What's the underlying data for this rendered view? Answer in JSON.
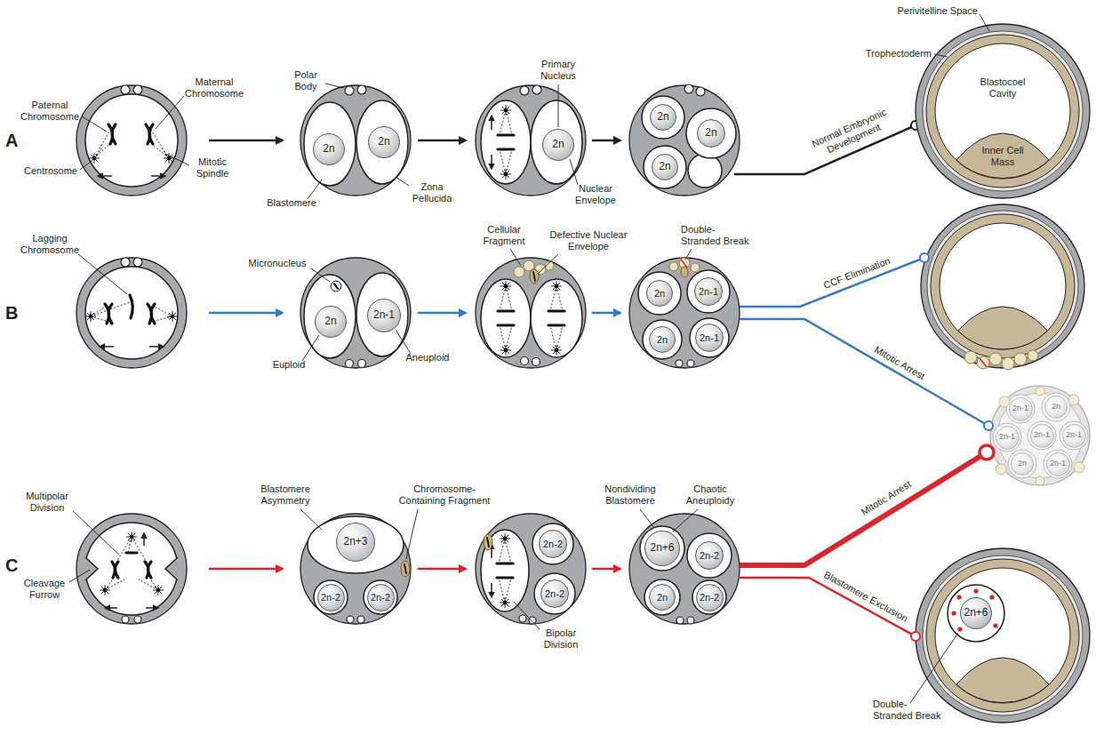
{
  "diagram": {
    "nodes": [
      {
        "text": [
          "2n"
        ]
      },
      {
        "text": [
          "2n"
        ]
      },
      {
        "text": [
          "2n"
        ]
      },
      {
        "text": [
          "2n"
        ]
      },
      {
        "text": [
          "2n"
        ]
      },
      {
        "text": [
          "2n"
        ]
      },
      {
        "text": [
          "2n"
        ]
      },
      {
        "text": [
          "2n-1"
        ]
      },
      {
        "text": [
          "2n"
        ]
      },
      {
        "text": [
          "2n-1"
        ]
      },
      {
        "text": [
          "2n"
        ]
      },
      {
        "text": [
          "2n-1"
        ]
      },
      {
        "text": [
          "2n-1"
        ]
      },
      {
        "text": [
          "2n"
        ]
      },
      {
        "text": [
          "2n-1"
        ]
      },
      {
        "text": [
          "2n-1"
        ]
      },
      {
        "text": [
          "2n-1"
        ]
      },
      {
        "text": [
          "2n"
        ]
      },
      {
        "text": [
          "2n-1"
        ]
      },
      {
        "text": [
          "2n+3"
        ]
      },
      {
        "text": [
          "2n-2"
        ]
      },
      {
        "text": [
          "2n-2"
        ]
      },
      {
        "text": [
          "2n-2"
        ]
      },
      {
        "text": [
          "2n-2"
        ]
      },
      {
        "text": [
          "2n+6"
        ]
      },
      {
        "text": [
          "2n-2"
        ]
      },
      {
        "text": [
          "2n"
        ]
      },
      {
        "text": [
          "2n-2"
        ]
      },
      {
        "text": [
          "2n+6"
        ]
      }
    ],
    "labels": [
      "A",
      "Paternal Chromosome",
      "Maternal Chromosome",
      "Centrosome",
      "Mitotic Spindle",
      "Polar Body",
      "Blastomere",
      "Zona Pellucida",
      "Primary Nucleus",
      "Nuclear Envelope",
      "Normal Embryonic Development",
      "Perivitelline Space",
      "Trophectoderm",
      "Blastocoel Cavity",
      "Inner Cell Mass",
      "B",
      "Lagging Chromosome",
      "Micronucleus",
      "Euploid",
      "Aneuploid",
      "Cellular Fragment",
      "Defective Nuclear Envelope",
      "Double-Stranded Break",
      "CCF Elimination",
      "Mitotic Arrest",
      "C",
      "Multipolar Division",
      "Cleavage Furrow",
      "Blastomere Asymmetry",
      "Chromosome-Containing Fragment",
      "Bipolar Division",
      "Nondividing Blastomere",
      "Chaotic Aneuploidy",
      "Mitotic Arrest",
      "Blastomere Exclusion",
      "Double-Stranded Break"
    ]
  }
}
